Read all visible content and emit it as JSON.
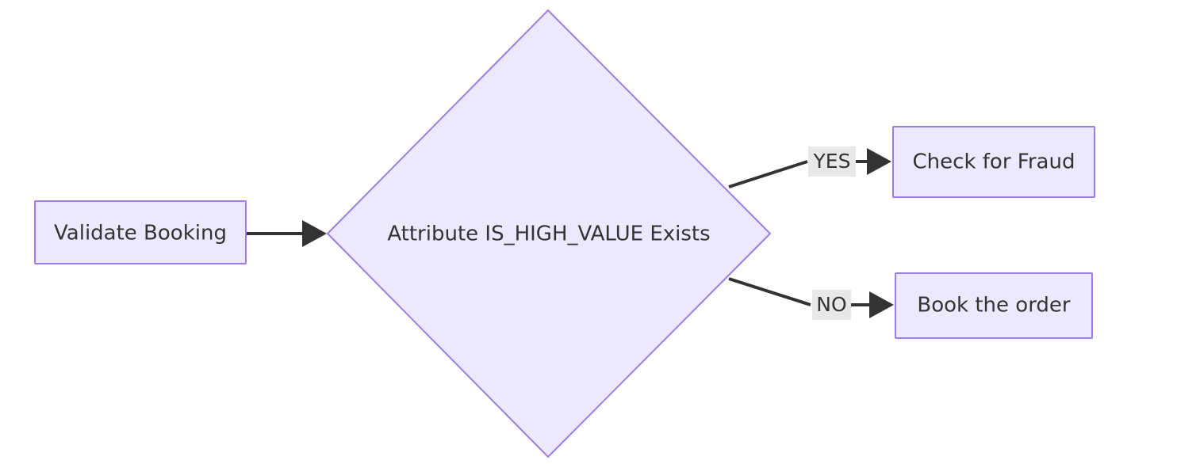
{
  "diagram": {
    "type": "flowchart",
    "direction": "left-to-right",
    "background_color": "#ffffff",
    "node_fill_color": "#ece8fd",
    "node_border_color": "#9a7fe0",
    "edge_color": "#333333",
    "edge_label_background_color": "#e8e8e8",
    "text_color": "#333333",
    "nodes": [
      {
        "id": "validate_booking",
        "label": "Validate Booking",
        "shape": "rectangle"
      },
      {
        "id": "attribute_check",
        "label": "Attribute IS_HIGH_VALUE Exists",
        "shape": "diamond"
      },
      {
        "id": "check_fraud",
        "label": "Check for Fraud",
        "shape": "rectangle"
      },
      {
        "id": "book_order",
        "label": "Book the order",
        "shape": "rectangle"
      }
    ],
    "edges": [
      {
        "id": "edge_validate_to_attribute",
        "from": "validate_booking",
        "to": "attribute_check",
        "label": ""
      },
      {
        "id": "edge_attribute_yes",
        "from": "attribute_check",
        "to": "check_fraud",
        "label": "YES"
      },
      {
        "id": "edge_attribute_no",
        "from": "attribute_check",
        "to": "book_order",
        "label": "NO"
      }
    ]
  }
}
